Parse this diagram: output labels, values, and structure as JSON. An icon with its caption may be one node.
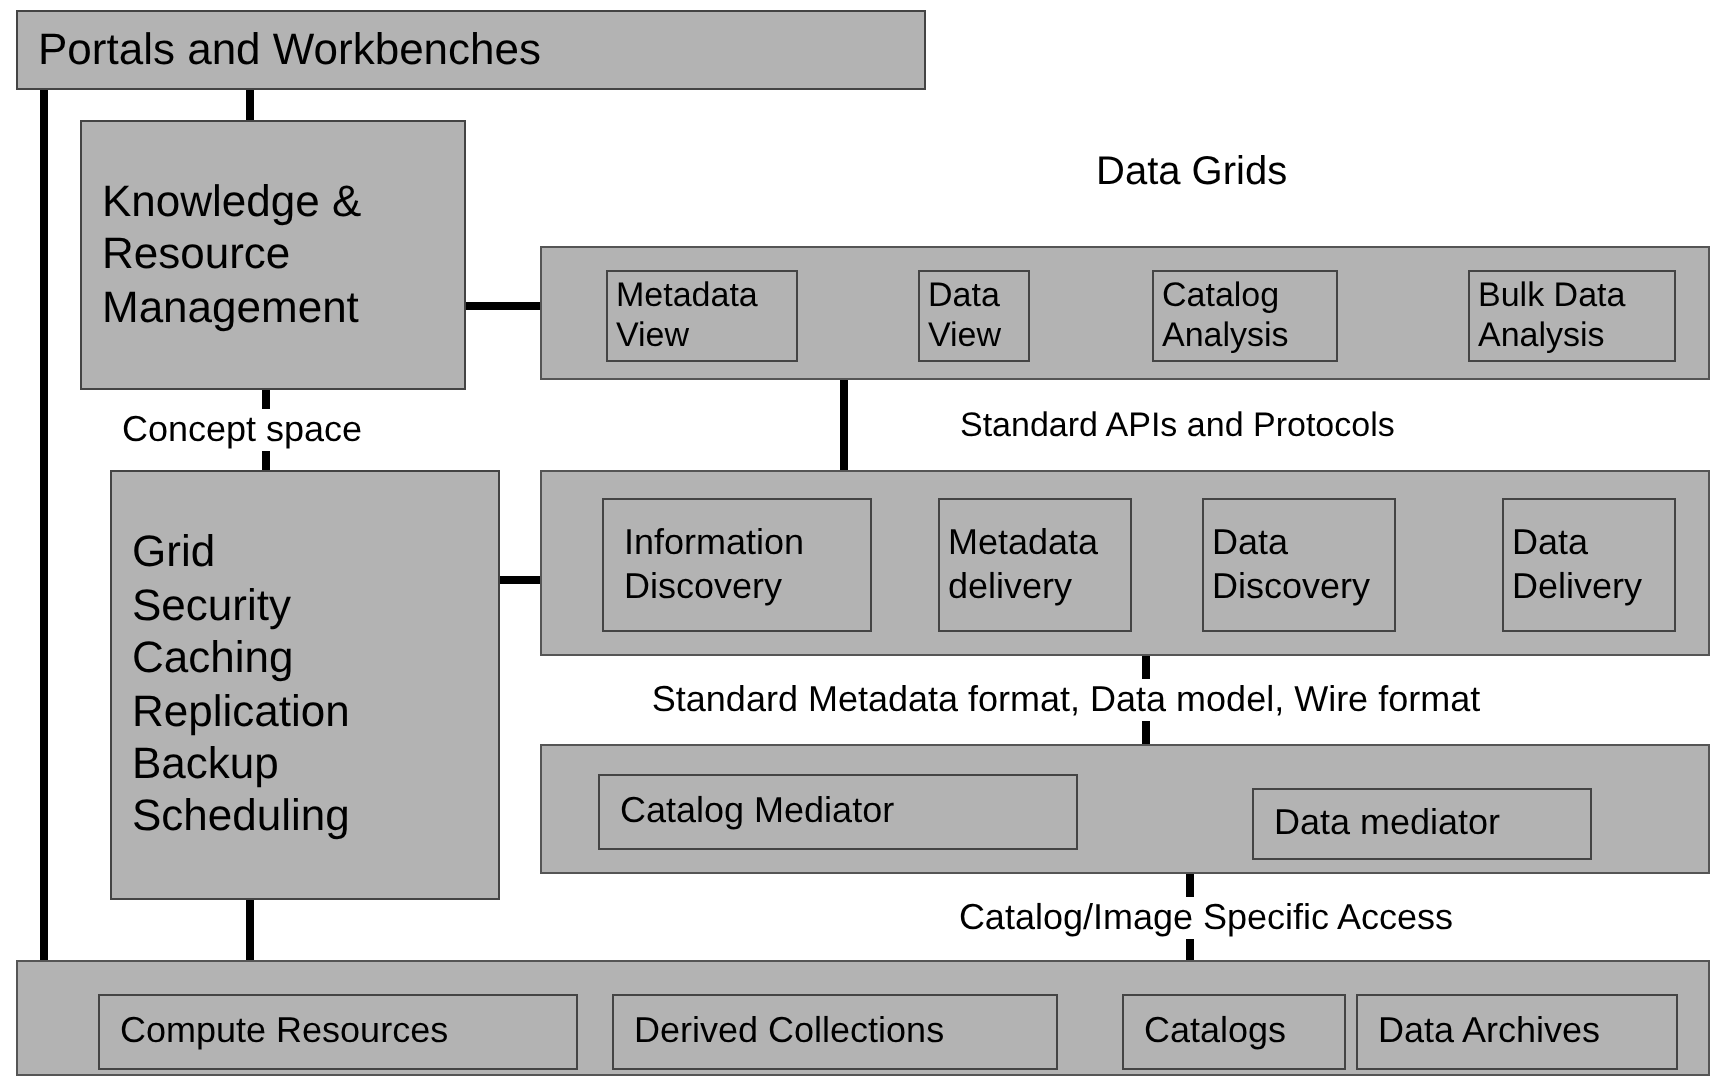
{
  "diagram": {
    "nodes": [
      {
        "text": [
          "Portals and Workbenches"
        ]
      },
      {
        "text": [
          "Knowledge & Resource Management"
        ]
      },
      {
        "text": [],
        "shape": "box"
      },
      {
        "text": [
          "Metadata View"
        ],
        "in": 2
      },
      {
        "text": [
          "Data View"
        ],
        "in": 2
      },
      {
        "text": [
          "Catalog Analysis"
        ],
        "in": 2
      },
      {
        "text": [
          "Bulk Data Analysis"
        ],
        "in": 2
      },
      {
        "text": [
          "Grid Security Caching Replication Backup Scheduling"
        ]
      },
      {
        "text": [],
        "shape": "box"
      },
      {
        "text": [
          "Information Discovery"
        ],
        "in": 8
      },
      {
        "text": [
          "Metadata delivery"
        ],
        "in": 8
      },
      {
        "text": [
          "Data Discovery"
        ],
        "in": 8
      },
      {
        "text": [
          "Data Delivery"
        ],
        "in": 8
      },
      {
        "text": [],
        "shape": "box"
      },
      {
        "text": [
          "Catalog Mediator"
        ],
        "in": 13
      },
      {
        "text": [
          "Data mediator"
        ],
        "in": 13
      },
      {
        "text": [],
        "shape": "box"
      },
      {
        "text": [
          "Compute Resources"
        ],
        "in": 16
      },
      {
        "text": [
          "Derived Collections"
        ],
        "in": 16
      },
      {
        "text": [
          "Catalogs"
        ],
        "in": 16
      },
      {
        "text": [
          "Data Archives"
        ],
        "in": 16
      }
    ],
    "edges": [
      {
        "from": 0,
        "to": 1,
        "arrow": "none"
      },
      {
        "from": 0,
        "to": 16,
        "arrow": "none"
      },
      {
        "from": 1,
        "to": 2,
        "arrow": "none"
      },
      {
        "from": 1,
        "to": 7,
        "arrow": "none",
        "label": "Concept space"
      },
      {
        "from": 2,
        "to": 8,
        "arrow": "none"
      },
      {
        "from": 7,
        "to": 8,
        "arrow": "none"
      },
      {
        "from": 8,
        "to": 13,
        "arrow": "none",
        "label": "Standard Metadata format, Data model, Wire format"
      },
      {
        "from": 13,
        "to": 16,
        "arrow": "none",
        "label": "Catalog/Image Specific Access"
      },
      {
        "from": 7,
        "to": 16,
        "arrow": "none"
      }
    ],
    "labels": [
      "Data Grids",
      "Standard APIs and Protocols"
    ]
  }
}
